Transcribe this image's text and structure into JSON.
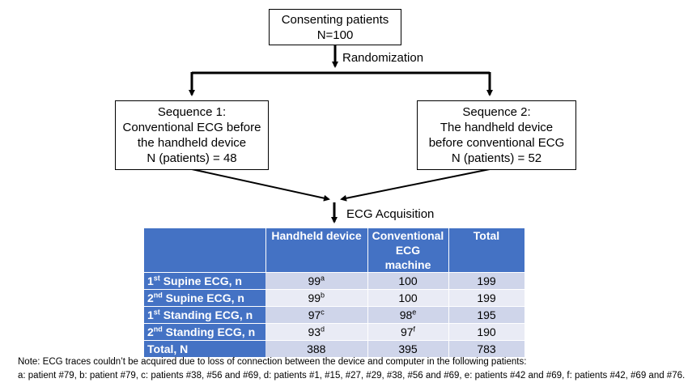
{
  "top_box": {
    "line1": "Consenting patients",
    "line2": "N=100"
  },
  "randomization_label": "Randomization",
  "seq1": {
    "l1": "Sequence 1:",
    "l2": "Conventional ECG before",
    "l3": "the handheld device",
    "l4": "N (patients) = 48"
  },
  "seq2": {
    "l1": "Sequence 2:",
    "l2": "The handheld device",
    "l3": "before conventional ECG",
    "l4": "N (patients) = 52"
  },
  "acquisition_label": "ECG Acquisition",
  "table": {
    "headers": [
      "",
      "Handheld device",
      "Conventional ECG machine",
      "Total"
    ],
    "rows": [
      {
        "ord": "1",
        "ord_sup": "st",
        "label": " Supine ECG, n",
        "hand": "99",
        "hand_sup": "a",
        "conv": "100",
        "conv_sup": "",
        "total": "199"
      },
      {
        "ord": "2",
        "ord_sup": "nd",
        "label": " Supine ECG, n",
        "hand": "99",
        "hand_sup": "b",
        "conv": "100",
        "conv_sup": "",
        "total": "199"
      },
      {
        "ord": "1",
        "ord_sup": "st",
        "label": " Standing ECG, n",
        "hand": "97",
        "hand_sup": "c",
        "conv": "98",
        "conv_sup": "e",
        "total": "195"
      },
      {
        "ord": "2",
        "ord_sup": "nd",
        "label": " Standing ECG, n",
        "hand": "93",
        "hand_sup": "d",
        "conv": "97",
        "conv_sup": "f",
        "total": "190"
      },
      {
        "ord": "",
        "ord_sup": "",
        "label": "Total, N",
        "hand": "388",
        "hand_sup": "",
        "conv": "395",
        "conv_sup": "",
        "total": "783"
      }
    ]
  },
  "note_line1": "Note: ECG traces couldn’t be acquired due to loss of connection between the device and computer in the following patients:",
  "note_line2": "a: patient #79, b: patient #79, c: patients #38, #56 and #69, d: patients #1, #15, #27, #29, #38, #56 and #69, e: patients #42 and #69, f: patients #42, #69 and #76."
}
